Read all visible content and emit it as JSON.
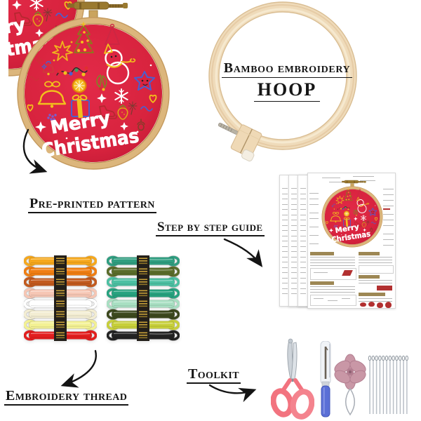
{
  "kit": {
    "pattern_hoop": {
      "label": "Pre-printed pattern",
      "embroidered_text_line1": "Merry",
      "embroidered_text_line2": "Christmas",
      "fabric_color": "#D8233E",
      "hoop_wood_color": "#DCB67C"
    },
    "bamboo_hoop": {
      "label_line1": "Bamboo embroidery",
      "label_line2": "HOOP",
      "wood_color": "#EFDBBA"
    },
    "guide": {
      "label": "Step by step guide",
      "sheet_count": 4
    },
    "threads": {
      "label": "Embroidery thread",
      "skein_count": 16,
      "columns": [
        {
          "colors": [
            "#F6A81C",
            "#F07E12",
            "#C25A1E",
            "#F6C6B4",
            "#FFFFFF",
            "#F3EDD2",
            "#F3F193",
            "#E31E1E"
          ]
        },
        {
          "colors": [
            "#2F9E80",
            "#5A6C2A",
            "#4CC0A2",
            "#27A27F",
            "#A8DFC2",
            "#3C481E",
            "#C7CF3A",
            "#232323"
          ]
        }
      ],
      "band_color": "#231f1a",
      "band_text_color": "#c9a23a"
    },
    "toolkit": {
      "label": "Toolkit",
      "items": [
        "scissors",
        "seam ripper",
        "flower needle threader",
        "needles"
      ],
      "needle_count": 12,
      "scissors_handle_color": "#F2737F",
      "ripper_handle_color": "#5A6FD6",
      "threader_color": "#C997A6"
    }
  }
}
